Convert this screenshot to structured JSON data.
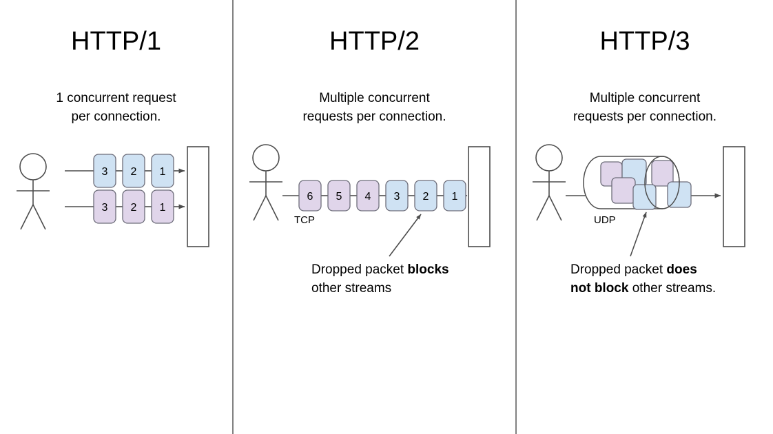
{
  "diagram": {
    "title_hidden": "HTTP versions concurrency comparison",
    "colors": {
      "blue_packet": "#cfe2f3",
      "purple_packet": "#e0d5ea",
      "stroke": "#666666",
      "divider": "#808080",
      "text": "#000000",
      "background": "#ffffff"
    },
    "panels": [
      {
        "id": "http1",
        "title": "HTTP/1",
        "subtitle_line1": "1 concurrent request",
        "subtitle_line2": "per connection.",
        "protocol_label": "",
        "caption_line1": "",
        "caption_line2": "",
        "streams": [
          {
            "color": "blue",
            "packets": [
              "3",
              "2",
              "1"
            ]
          },
          {
            "color": "purple",
            "packets": [
              "3",
              "2",
              "1"
            ]
          }
        ]
      },
      {
        "id": "http2",
        "title": "HTTP/2",
        "subtitle_line1": "Multiple concurrent",
        "subtitle_line2": "requests per connection.",
        "protocol_label": "TCP",
        "caption_line1_normal": "Dropped packet ",
        "caption_line1_bold": "blocks",
        "caption_line2_normal": "other streams",
        "caption_line2_bold": "",
        "streams": [
          {
            "color": "mixed",
            "packets": [
              "6",
              "5",
              "4",
              "3",
              "2",
              "1"
            ],
            "packet_colors": [
              "purple",
              "purple",
              "purple",
              "blue",
              "blue",
              "blue"
            ]
          }
        ]
      },
      {
        "id": "http3",
        "title": "HTTP/3",
        "subtitle_line1": "Multiple concurrent",
        "subtitle_line2": "requests per connection.",
        "protocol_label": "UDP",
        "caption_line1_normal": "Dropped packet ",
        "caption_line1_bold": "does",
        "caption_line2_bold": "not block",
        "caption_line2_normal": " other streams.",
        "cylinder_packets": [
          {
            "color": "purple"
          },
          {
            "color": "blue"
          },
          {
            "color": "purple"
          },
          {
            "color": "purple"
          },
          {
            "color": "blue"
          },
          {
            "color": "blue"
          }
        ]
      }
    ]
  }
}
